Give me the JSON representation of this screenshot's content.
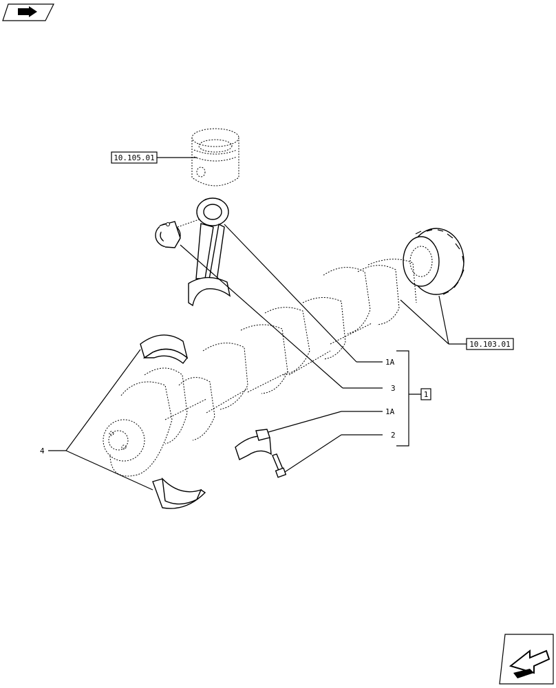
{
  "diagram": {
    "refs": {
      "piston_ref": "10.105.01",
      "gear_ref": "10.103.01",
      "group_ref": "1"
    },
    "callouts": {
      "c1a_top": "1A",
      "c3": "3",
      "c1a_bottom": "1A",
      "c2": "2",
      "c4": "4"
    },
    "icons": {
      "top_left": "book-arrow-icon",
      "bottom_right": "next-page-arrow-icon"
    }
  }
}
